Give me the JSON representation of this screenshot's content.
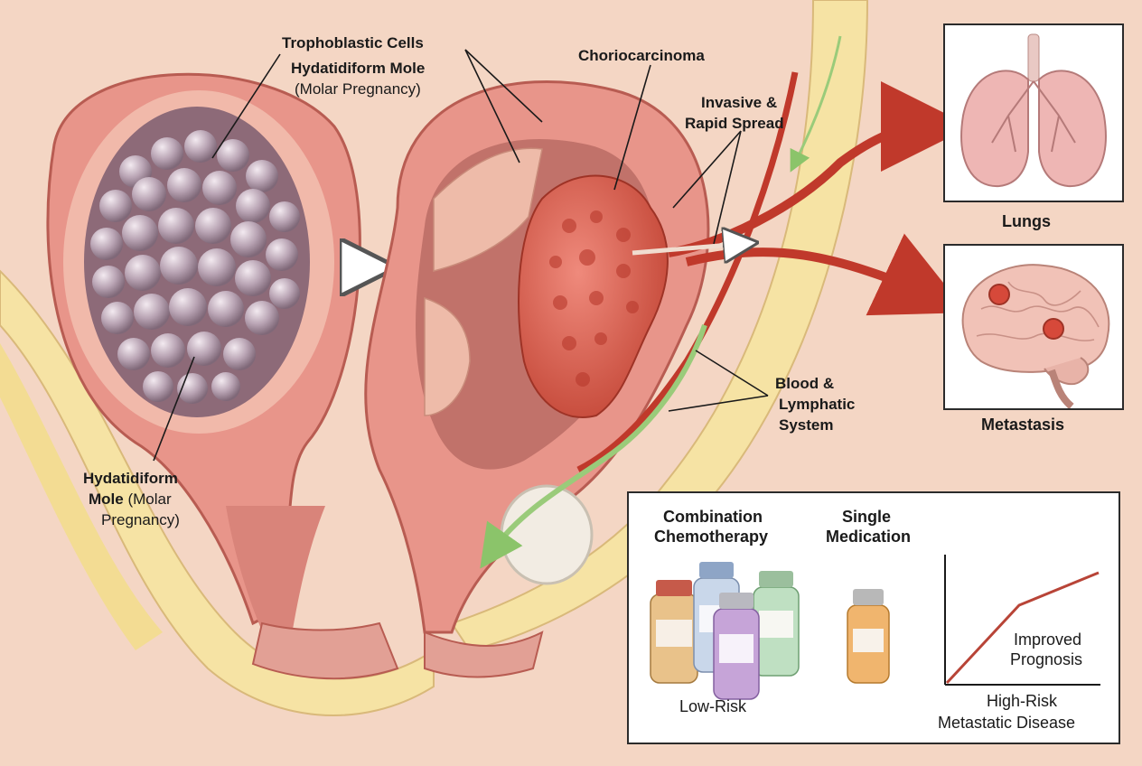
{
  "labels": {
    "trophoblastic_cells": "Trophoblastic Cells",
    "hydatidiform_mole_top_bold": "Hydatidiform Mole",
    "hydatidiform_mole_top_sub": "(Molar Pregnancy)",
    "choriocarcinoma": "Choriocarcinoma",
    "invasive_line1": "Invasive &",
    "invasive_line2": "Rapid Spread",
    "blood_line1": "Blood &",
    "blood_line2": "Lymphatic",
    "blood_line3": "System",
    "left_mole_line1": "Hydatidiform",
    "left_mole_bold2": "Mole",
    "left_mole_sub2": "(Molar",
    "left_mole_line3": "Pregnancy)"
  },
  "panels": {
    "lungs": "Lungs",
    "metastasis": "Metastasis"
  },
  "treatment": {
    "combination_line1": "Combination",
    "combination_line2": "Chemotherapy",
    "single_line1": "Single",
    "single_line2": "Medication",
    "low_risk": "Low-Risk",
    "improved_line1": "Improved",
    "improved_line2": "Prognosis",
    "high_risk_line1": "High-Risk",
    "high_risk_line2": "Metastatic Disease"
  },
  "colors": {
    "skin": "#f4d6c4",
    "fat": "#f6e3a4",
    "uterus_wall": "#e8958a",
    "tumor": "#d9574a",
    "vessel": "#c0392b",
    "lymph": "#9acb7a",
    "mole_cluster": "#b9a4b4"
  }
}
